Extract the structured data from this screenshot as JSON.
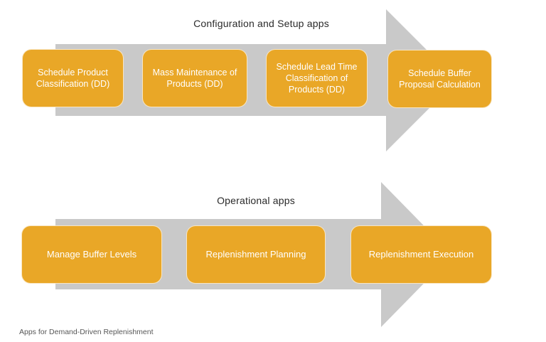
{
  "colors": {
    "box_fill": "#E9A727",
    "box_text": "#FFFFFF",
    "arrow": "#C9C9C9",
    "title_text": "#2A2A2A",
    "caption_text": "#575757"
  },
  "flows": [
    {
      "title": "Configuration and Setup apps",
      "boxes": [
        {
          "label": "Schedule Product Classification (DD)"
        },
        {
          "label": "Mass Maintenance of Products (DD)"
        },
        {
          "label": "Schedule Lead Time Classification of Products (DD)"
        },
        {
          "label": "Schedule Buffer Proposal Calculation"
        }
      ]
    },
    {
      "title": "Operational apps",
      "boxes": [
        {
          "label": "Manage Buffer Levels"
        },
        {
          "label": "Replenishment Planning"
        },
        {
          "label": "Replenishment Execution"
        }
      ]
    }
  ],
  "caption": "Apps for Demand-Driven Replenishment"
}
